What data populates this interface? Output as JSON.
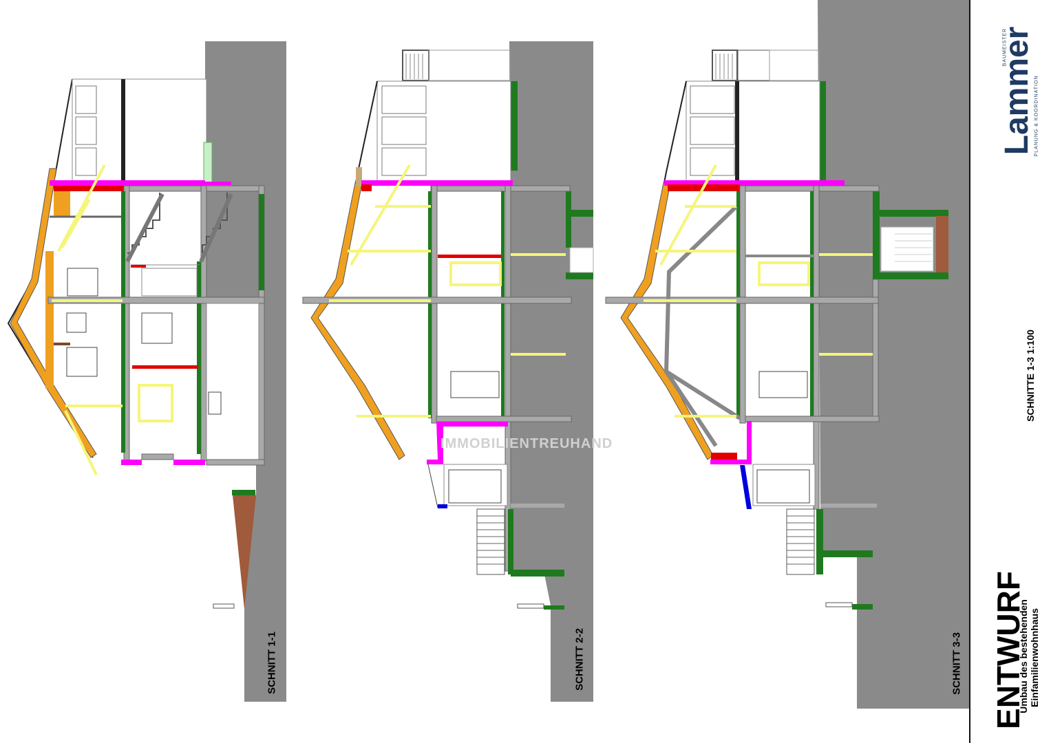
{
  "sections": [
    {
      "label": "SCHNITT 1-1"
    },
    {
      "label": "SCHNITT 2-2"
    },
    {
      "label": "SCHNITT 3-3"
    }
  ],
  "sheet": {
    "scale_label": "SCHNITTE 1-3 1:100",
    "title": "ENTWURF",
    "subtitle_1": "Umbau des bestehenden",
    "subtitle_2": "Einfamilienwohnhaus"
  },
  "logo": {
    "name": "Lammer",
    "tag_top": "BAUMEISTER",
    "tag_bottom": "PLANUNG & KOORDINATION"
  },
  "watermark": {
    "text": "IMMOBILIENTREUHAND"
  },
  "colors": {
    "ground": "#8a8a8a",
    "wall_existing": "#a9a9a9",
    "wall_new_green": "#1f7a1f",
    "slab_magenta": "#ff00ff",
    "demolition_red": "#e00000",
    "insulation_orange": "#f0a020",
    "steel_blue": "#0000dd",
    "annotation_yellow": "#f5f57a",
    "earth_brown": "#a05a3c"
  }
}
